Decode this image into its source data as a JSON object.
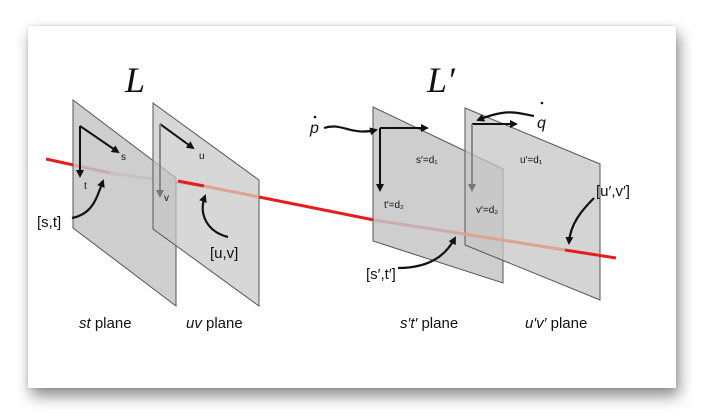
{
  "diagram": {
    "left_label": "L",
    "right_label": "L′",
    "left": {
      "st_plane_axis_s": "s",
      "st_plane_axis_t": "t",
      "uv_plane_axis_u": "u",
      "uv_plane_axis_v": "v",
      "st_point": "[s,t]",
      "uv_point": "[u,v]",
      "caption_st_italic": "st",
      "caption_st_rest": " plane",
      "caption_uv_italic": "uv",
      "caption_uv_rest": " plane"
    },
    "right": {
      "point_p": "p",
      "point_q": "q",
      "s_axis": "s′=d₁",
      "t_axis": "t′=d₂",
      "u_axis": "u′=d₁",
      "v_axis": "v′=d₂",
      "st_point": "[s′,t′]",
      "uv_point": "[u′,v′]",
      "caption_st_italic": "s′t′",
      "caption_st_rest": " plane",
      "caption_uv_italic": "u′v′",
      "caption_uv_rest": " plane"
    },
    "colors": {
      "ray": "#e41e1e",
      "ray_occluded": "#dda292",
      "plane_fill": "#c9c9c9",
      "plane_stroke": "#555555"
    }
  }
}
